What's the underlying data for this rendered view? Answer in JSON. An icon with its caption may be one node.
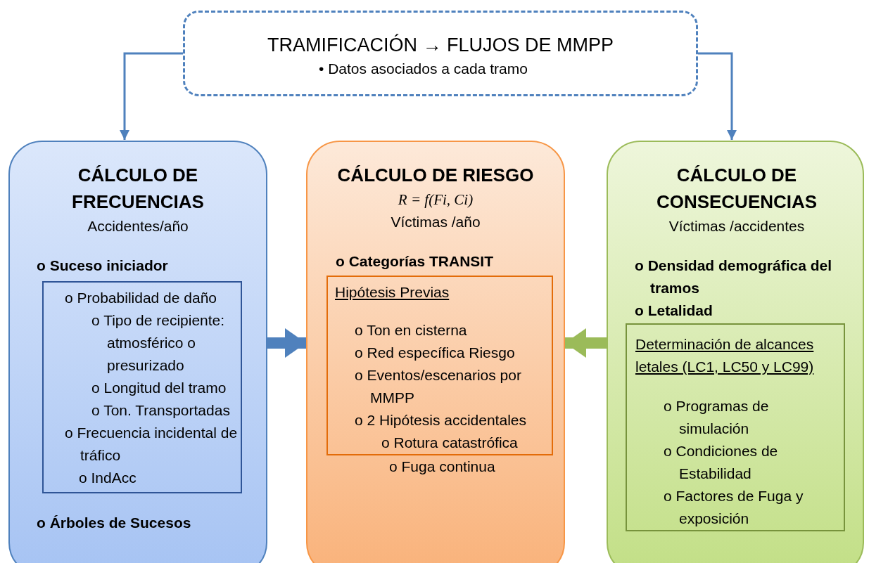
{
  "diagram": {
    "nodes": [
      {
        "text": [
          "TRAMIFICACIÓN → FLUJOS DE MMPP",
          "• Datos asociados a cada tramo"
        ]
      },
      {
        "text": [
          "CÁLCULO DE FRECUENCIAS",
          "Accidentes/año",
          "o Suceso iniciador",
          "o Árboles de Sucesos"
        ]
      },
      {
        "text": [
          "o Probabilidad de daño",
          "o Tipo de recipiente: atmosférico o presurizado",
          "o Longitud del tramo",
          "o Ton. Transportadas",
          "o Frecuencia incidental de tráfico",
          "o IndAcc"
        ],
        "in": 1
      },
      {
        "text": [
          "CÁLCULO DE RIESGO",
          "R = f(Fi, Ci)",
          "Víctimas /año",
          "o Categorías TRANSIT",
          "o Fuga continua"
        ]
      },
      {
        "text": [
          "Hipótesis Previas",
          "o Ton en cisterna",
          "o Red específica Riesgo",
          "o Eventos/escenarios por MMPP",
          "o 2 Hipótesis accidentales",
          "o Rotura catastrófica"
        ],
        "in": 3
      },
      {
        "text": [
          "CÁLCULO DE CONSECUENCIAS",
          "Víctimas /accidentes",
          "o Densidad demográfica del tramos",
          "o Letalidad"
        ]
      },
      {
        "text": [
          "Determinación de alcances letales (LC1, LC50 y LC99)",
          "o Programas de simulación",
          "o Condiciones de Estabilidad",
          "o Factores de Fuga y exposición"
        ],
        "in": 5
      }
    ],
    "edges": [
      {
        "from": 0,
        "to": 1,
        "arrow": "to"
      },
      {
        "from": 0,
        "to": 5,
        "arrow": "to"
      },
      {
        "from": 1,
        "to": 3,
        "arrow": "to",
        "style": "thick"
      },
      {
        "from": 5,
        "to": 3,
        "arrow": "to",
        "style": "thick",
        "color": "#9bbb59"
      }
    ]
  }
}
